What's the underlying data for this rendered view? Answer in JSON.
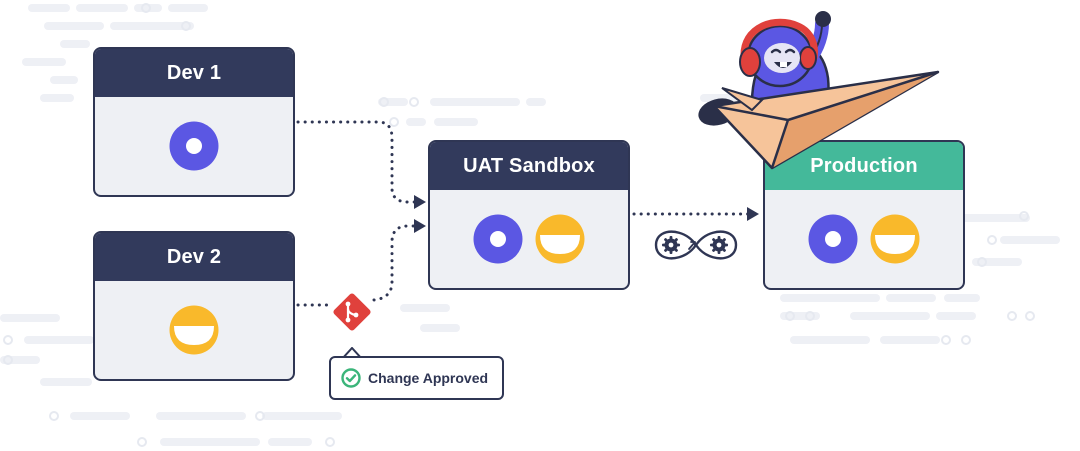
{
  "environments": {
    "dev1": {
      "title": "Dev 1"
    },
    "dev2": {
      "title": "Dev 2"
    },
    "uat": {
      "title": "UAT Sandbox"
    },
    "production": {
      "title": "Production"
    }
  },
  "approval": {
    "label": "Change Approved"
  },
  "icons": {
    "ring": "ring-icon",
    "smile": "smile-icon",
    "git": "git-merge-icon",
    "pipeline": "gear-pipeline-icon",
    "check": "check-circle-icon",
    "mascot": "paper-plane-mascot-icon"
  },
  "colors": {
    "header_dark": "#323a5c",
    "header_green": "#44b99a",
    "ring": "#5b57e3",
    "smile": "#f9b92b",
    "git": "#e0413c",
    "check": "#3bb57a",
    "card_bg": "#eef0f4"
  }
}
